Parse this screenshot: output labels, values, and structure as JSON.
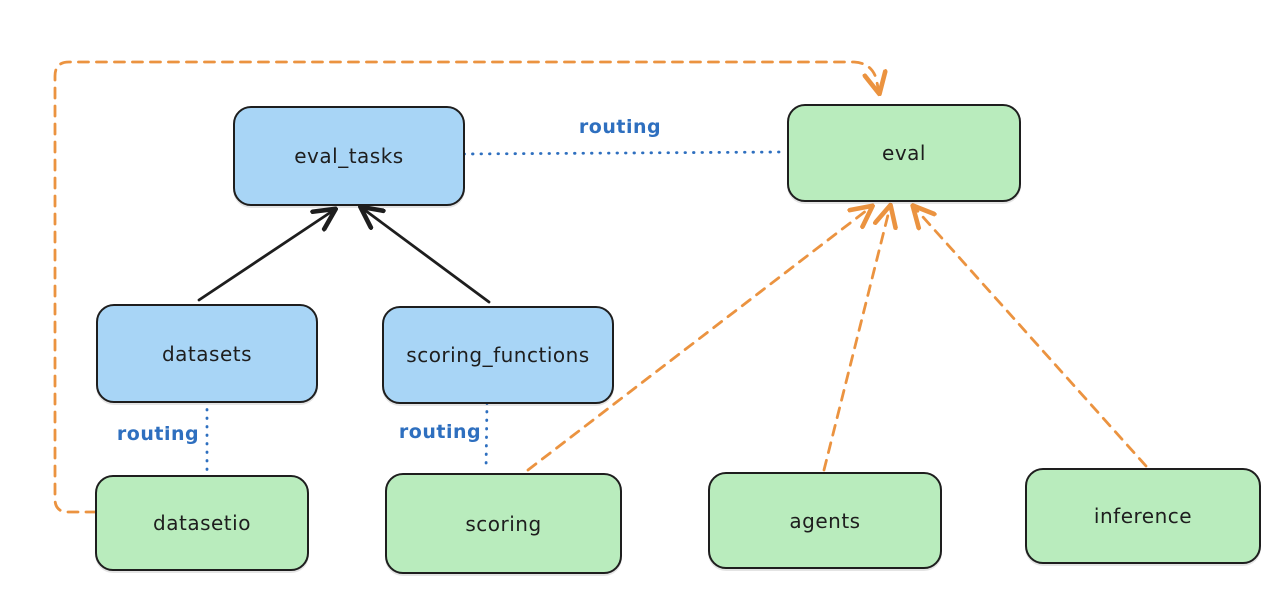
{
  "diagram": {
    "colors": {
      "background": "#ffffff",
      "node_blue_fill": "#a8d5f6",
      "node_green_fill": "#b9ecbd",
      "node_stroke": "#1e1e1e",
      "solid_arrow": "#1e1e1e",
      "routing_blue": "#2e6fbf",
      "dashed_orange": "#eb9340"
    },
    "nodes": [
      {
        "id": "eval_tasks",
        "label": "eval_tasks",
        "color": "blue"
      },
      {
        "id": "eval",
        "label": "eval",
        "color": "green"
      },
      {
        "id": "datasets",
        "label": "datasets",
        "color": "blue"
      },
      {
        "id": "scoring_functions",
        "label": "scoring_functions",
        "color": "blue"
      },
      {
        "id": "datasetio",
        "label": "datasetio",
        "color": "green"
      },
      {
        "id": "scoring",
        "label": "scoring",
        "color": "green"
      },
      {
        "id": "agents",
        "label": "agents",
        "color": "green"
      },
      {
        "id": "inference",
        "label": "inference",
        "color": "green"
      }
    ],
    "edges": [
      {
        "from": "datasets",
        "to": "eval_tasks",
        "style": "solid-arrow",
        "label": ""
      },
      {
        "from": "scoring_functions",
        "to": "eval_tasks",
        "style": "solid-arrow",
        "label": ""
      },
      {
        "from": "eval_tasks",
        "to": "eval",
        "style": "dotted",
        "label": "routing"
      },
      {
        "from": "datasets",
        "to": "datasetio",
        "style": "dotted",
        "label": "routing"
      },
      {
        "from": "scoring_functions",
        "to": "scoring",
        "style": "dotted",
        "label": "routing"
      },
      {
        "from": "datasetio",
        "to": "eval",
        "style": "dashed-arrow",
        "label": ""
      },
      {
        "from": "scoring",
        "to": "eval",
        "style": "dashed-arrow",
        "label": ""
      },
      {
        "from": "agents",
        "to": "eval",
        "style": "dashed-arrow",
        "label": ""
      },
      {
        "from": "inference",
        "to": "eval",
        "style": "dashed-arrow",
        "label": ""
      }
    ]
  }
}
